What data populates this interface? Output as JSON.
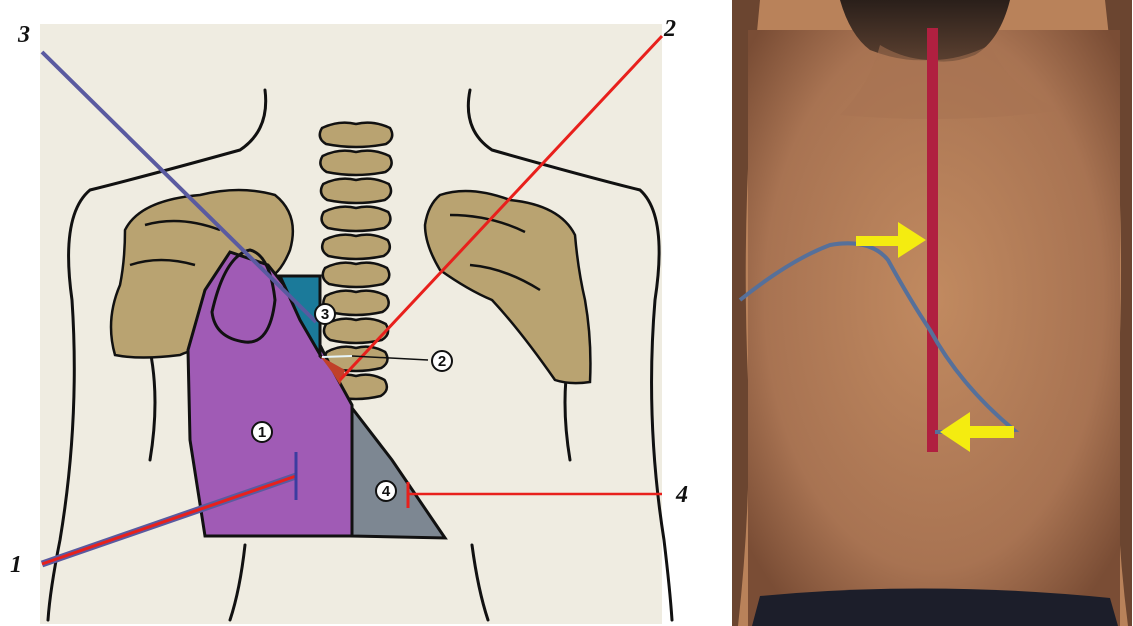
{
  "left_panel": {
    "callouts": [
      {
        "id": "callout-1",
        "label": "1"
      },
      {
        "id": "callout-2",
        "label": "2"
      },
      {
        "id": "callout-3",
        "label": "3"
      },
      {
        "id": "callout-4",
        "label": "4"
      }
    ],
    "zones": [
      {
        "id": "zone-1",
        "label": "1",
        "color": "#a05bb5"
      },
      {
        "id": "zone-2",
        "label": "2",
        "color": "#c0402a"
      },
      {
        "id": "zone-3",
        "label": "3",
        "color": "#1b7a9a"
      },
      {
        "id": "zone-4",
        "label": "4",
        "color": "#7d8792"
      }
    ],
    "colors": {
      "background": "#efece1",
      "bone": "#b9a371",
      "outline": "#111111",
      "pointer_red": "#e8201c",
      "pointer_blue": "#5a5aa0"
    }
  },
  "right_panel": {
    "colors": {
      "skin": "#b9825a",
      "vertical_bar": "#b02040",
      "curve": "#56709a",
      "arrow": "#f4ec10"
    }
  }
}
